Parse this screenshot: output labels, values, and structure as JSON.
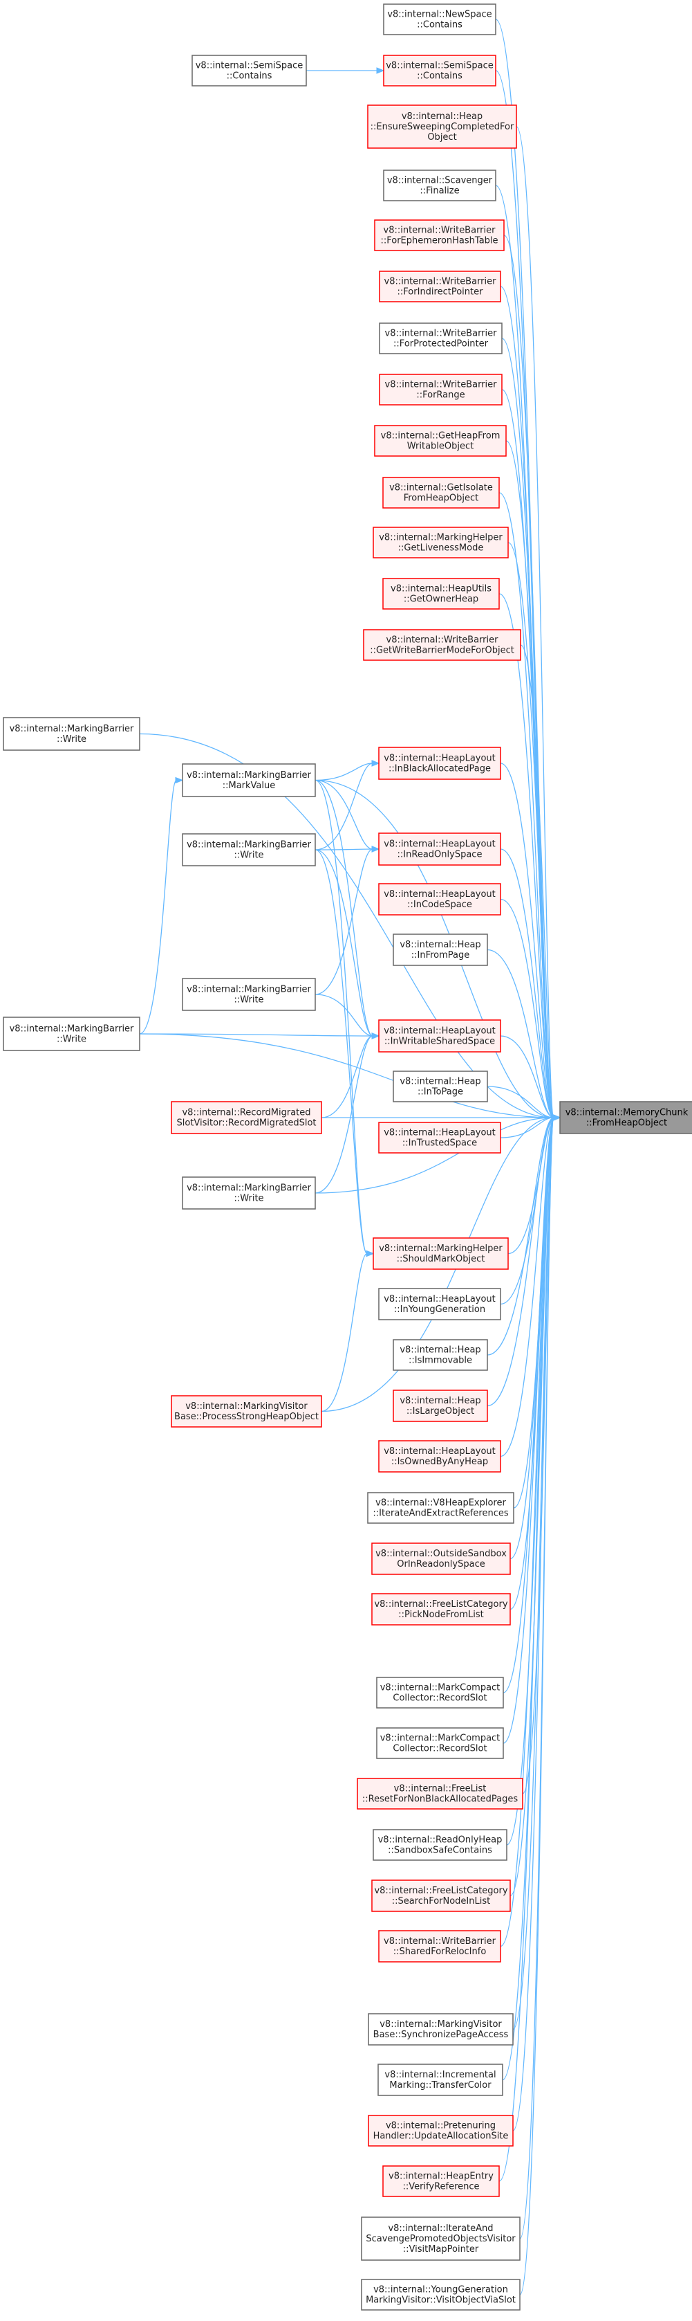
{
  "target": {
    "id": "target",
    "lines": [
      "v8::internal::MemoryChunk",
      "::FromHeapObject"
    ],
    "style": "target"
  },
  "nodes": [
    {
      "id": "n_newspace_contains",
      "lines": [
        "v8::internal::NewSpace",
        "::Contains"
      ],
      "style": "black"
    },
    {
      "id": "n_semispace_contains_r",
      "lines": [
        "v8::internal::SemiSpace",
        "::Contains"
      ],
      "style": "red"
    },
    {
      "id": "n_semispace_contains_l",
      "lines": [
        "v8::internal::SemiSpace",
        "::Contains"
      ],
      "style": "black"
    },
    {
      "id": "n_heap_ensure",
      "lines": [
        "v8::internal::Heap",
        "::EnsureSweepingCompletedFor",
        "Object"
      ],
      "style": "red"
    },
    {
      "id": "n_scavenger_finalize",
      "lines": [
        "v8::internal::Scavenger",
        "::Finalize"
      ],
      "style": "black"
    },
    {
      "id": "n_wb_ephemeron",
      "lines": [
        "v8::internal::WriteBarrier",
        "::ForEphemeronHashTable"
      ],
      "style": "red"
    },
    {
      "id": "n_wb_indirect",
      "lines": [
        "v8::internal::WriteBarrier",
        "::ForIndirectPointer"
      ],
      "style": "red"
    },
    {
      "id": "n_wb_protected",
      "lines": [
        "v8::internal::WriteBarrier",
        "::ForProtectedPointer"
      ],
      "style": "black"
    },
    {
      "id": "n_wb_range",
      "lines": [
        "v8::internal::WriteBarrier",
        "::ForRange"
      ],
      "style": "red"
    },
    {
      "id": "n_getheapfrom",
      "lines": [
        "v8::internal::GetHeapFrom",
        "WritableObject"
      ],
      "style": "red"
    },
    {
      "id": "n_getisolate",
      "lines": [
        "v8::internal::GetIsolate",
        "FromHeapObject"
      ],
      "style": "red"
    },
    {
      "id": "n_mh_liveness",
      "lines": [
        "v8::internal::MarkingHelper",
        "::GetLivenessMode"
      ],
      "style": "red"
    },
    {
      "id": "n_heaputils_owner",
      "lines": [
        "v8::internal::HeapUtils",
        "::GetOwnerHeap"
      ],
      "style": "red"
    },
    {
      "id": "n_wb_mode",
      "lines": [
        "v8::internal::WriteBarrier",
        "::GetWriteBarrierModeForObject"
      ],
      "style": "red"
    },
    {
      "id": "n_mb_write_top",
      "lines": [
        "v8::internal::MarkingBarrier",
        "::Write"
      ],
      "style": "black"
    },
    {
      "id": "n_hl_inblack",
      "lines": [
        "v8::internal::HeapLayout",
        "::InBlackAllocatedPage"
      ],
      "style": "red"
    },
    {
      "id": "n_mb_markvalue",
      "lines": [
        "v8::internal::MarkingBarrier",
        "::MarkValue"
      ],
      "style": "black"
    },
    {
      "id": "n_hl_inreadonly",
      "lines": [
        "v8::internal::HeapLayout",
        "::InReadOnlySpace"
      ],
      "style": "red"
    },
    {
      "id": "n_mb_write_a",
      "lines": [
        "v8::internal::MarkingBarrier",
        "::Write"
      ],
      "style": "black"
    },
    {
      "id": "n_hl_incode",
      "lines": [
        "v8::internal::HeapLayout",
        "::InCodeSpace"
      ],
      "style": "red"
    },
    {
      "id": "n_heap_infrom",
      "lines": [
        "v8::internal::Heap",
        "::InFromPage"
      ],
      "style": "black"
    },
    {
      "id": "n_mb_write_b",
      "lines": [
        "v8::internal::MarkingBarrier",
        "::Write"
      ],
      "style": "black"
    },
    {
      "id": "n_hl_inwritable",
      "lines": [
        "v8::internal::HeapLayout",
        "::InWritableSharedSpace"
      ],
      "style": "red"
    },
    {
      "id": "n_mb_write_left",
      "lines": [
        "v8::internal::MarkingBarrier",
        "::Write"
      ],
      "style": "black"
    },
    {
      "id": "n_heap_into",
      "lines": [
        "v8::internal::Heap",
        "::InToPage"
      ],
      "style": "black"
    },
    {
      "id": "n_rmsv",
      "lines": [
        "v8::internal::RecordMigrated",
        "SlotVisitor::RecordMigratedSlot"
      ],
      "style": "red"
    },
    {
      "id": "n_hl_intrusted",
      "lines": [
        "v8::internal::HeapLayout",
        "::InTrustedSpace"
      ],
      "style": "red"
    },
    {
      "id": "n_mb_write_c",
      "lines": [
        "v8::internal::MarkingBarrier",
        "::Write"
      ],
      "style": "black"
    },
    {
      "id": "n_mh_should",
      "lines": [
        "v8::internal::MarkingHelper",
        "::ShouldMarkObject"
      ],
      "style": "red"
    },
    {
      "id": "n_hl_inyoung",
      "lines": [
        "v8::internal::HeapLayout",
        "::InYoungGeneration"
      ],
      "style": "black"
    },
    {
      "id": "n_heap_isimmovable",
      "lines": [
        "v8::internal::Heap",
        "::IsImmovable"
      ],
      "style": "black"
    },
    {
      "id": "n_mvb_process",
      "lines": [
        "v8::internal::MarkingVisitor",
        "Base::ProcessStrongHeapObject"
      ],
      "style": "red"
    },
    {
      "id": "n_heap_islarge",
      "lines": [
        "v8::internal::Heap",
        "::IsLargeObject"
      ],
      "style": "red"
    },
    {
      "id": "n_hl_isowned",
      "lines": [
        "v8::internal::HeapLayout",
        "::IsOwnedByAnyHeap"
      ],
      "style": "red"
    },
    {
      "id": "n_v8he_iterate",
      "lines": [
        "v8::internal::V8HeapExplorer",
        "::IterateAndExtractReferences"
      ],
      "style": "black"
    },
    {
      "id": "n_outside_sandbox",
      "lines": [
        "v8::internal::OutsideSandbox",
        "OrInReadonlySpace"
      ],
      "style": "red"
    },
    {
      "id": "n_flc_pick",
      "lines": [
        "v8::internal::FreeListCategory",
        "::PickNodeFromList"
      ],
      "style": "red"
    },
    {
      "id": "n_mcc_record1",
      "lines": [
        "v8::internal::MarkCompact",
        "Collector::RecordSlot"
      ],
      "style": "black"
    },
    {
      "id": "n_mcc_record2",
      "lines": [
        "v8::internal::MarkCompact",
        "Collector::RecordSlot"
      ],
      "style": "black"
    },
    {
      "id": "n_freelist_reset",
      "lines": [
        "v8::internal::FreeList",
        "::ResetForNonBlackAllocatedPages"
      ],
      "style": "red"
    },
    {
      "id": "n_roh_sandbox",
      "lines": [
        "v8::internal::ReadOnlyHeap",
        "::SandboxSafeContains"
      ],
      "style": "black"
    },
    {
      "id": "n_flc_search",
      "lines": [
        "v8::internal::FreeListCategory",
        "::SearchForNodeInList"
      ],
      "style": "red"
    },
    {
      "id": "n_wb_shared",
      "lines": [
        "v8::internal::WriteBarrier",
        "::SharedForRelocInfo"
      ],
      "style": "red"
    },
    {
      "id": "n_mvb_sync",
      "lines": [
        "v8::internal::MarkingVisitor",
        "Base::SynchronizePageAccess"
      ],
      "style": "black"
    },
    {
      "id": "n_im_transfer",
      "lines": [
        "v8::internal::Incremental",
        "Marking::TransferColor"
      ],
      "style": "black"
    },
    {
      "id": "n_ph_update",
      "lines": [
        "v8::internal::Pretenuring",
        "Handler::UpdateAllocationSite"
      ],
      "style": "red"
    },
    {
      "id": "n_he_verify",
      "lines": [
        "v8::internal::HeapEntry",
        "::VerifyReference"
      ],
      "style": "red"
    },
    {
      "id": "n_iaspov_visit",
      "lines": [
        "v8::internal::IterateAnd",
        "ScavengePromotedObjectsVisitor",
        "::VisitMapPointer"
      ],
      "style": "black"
    },
    {
      "id": "n_ygmv_visit",
      "lines": [
        "v8::internal::YoungGeneration",
        "MarkingVisitor::VisitObjectViaSlot"
      ],
      "style": "black"
    }
  ],
  "edges": [
    [
      "n_semispace_contains_l",
      "n_semispace_contains_r"
    ],
    [
      "n_mb_write_top",
      "target"
    ],
    [
      "n_mb_markvalue",
      "n_hl_inblack"
    ],
    [
      "n_mb_markvalue",
      "n_hl_inreadonly"
    ],
    [
      "n_mb_markvalue",
      "n_hl_inwritable"
    ],
    [
      "n_mb_markvalue",
      "n_mh_should"
    ],
    [
      "n_mb_markvalue",
      "target"
    ],
    [
      "n_mb_write_a",
      "n_hl_inblack"
    ],
    [
      "n_mb_write_a",
      "n_hl_inreadonly"
    ],
    [
      "n_mb_write_a",
      "n_hl_inwritable"
    ],
    [
      "n_mb_write_a",
      "n_mh_should"
    ],
    [
      "n_mb_write_b",
      "n_hl_inreadonly"
    ],
    [
      "n_mb_write_b",
      "n_hl_inwritable"
    ],
    [
      "n_mb_write_left",
      "n_mb_markvalue"
    ],
    [
      "n_mb_write_left",
      "n_hl_inwritable"
    ],
    [
      "n_mb_write_left",
      "target"
    ],
    [
      "n_rmsv",
      "n_hl_inwritable"
    ],
    [
      "n_rmsv",
      "target"
    ],
    [
      "n_mb_write_c",
      "n_hl_inwritable"
    ],
    [
      "n_mb_write_c",
      "target"
    ],
    [
      "n_mvb_process",
      "n_mh_should"
    ],
    [
      "n_mvb_process",
      "target"
    ]
  ]
}
